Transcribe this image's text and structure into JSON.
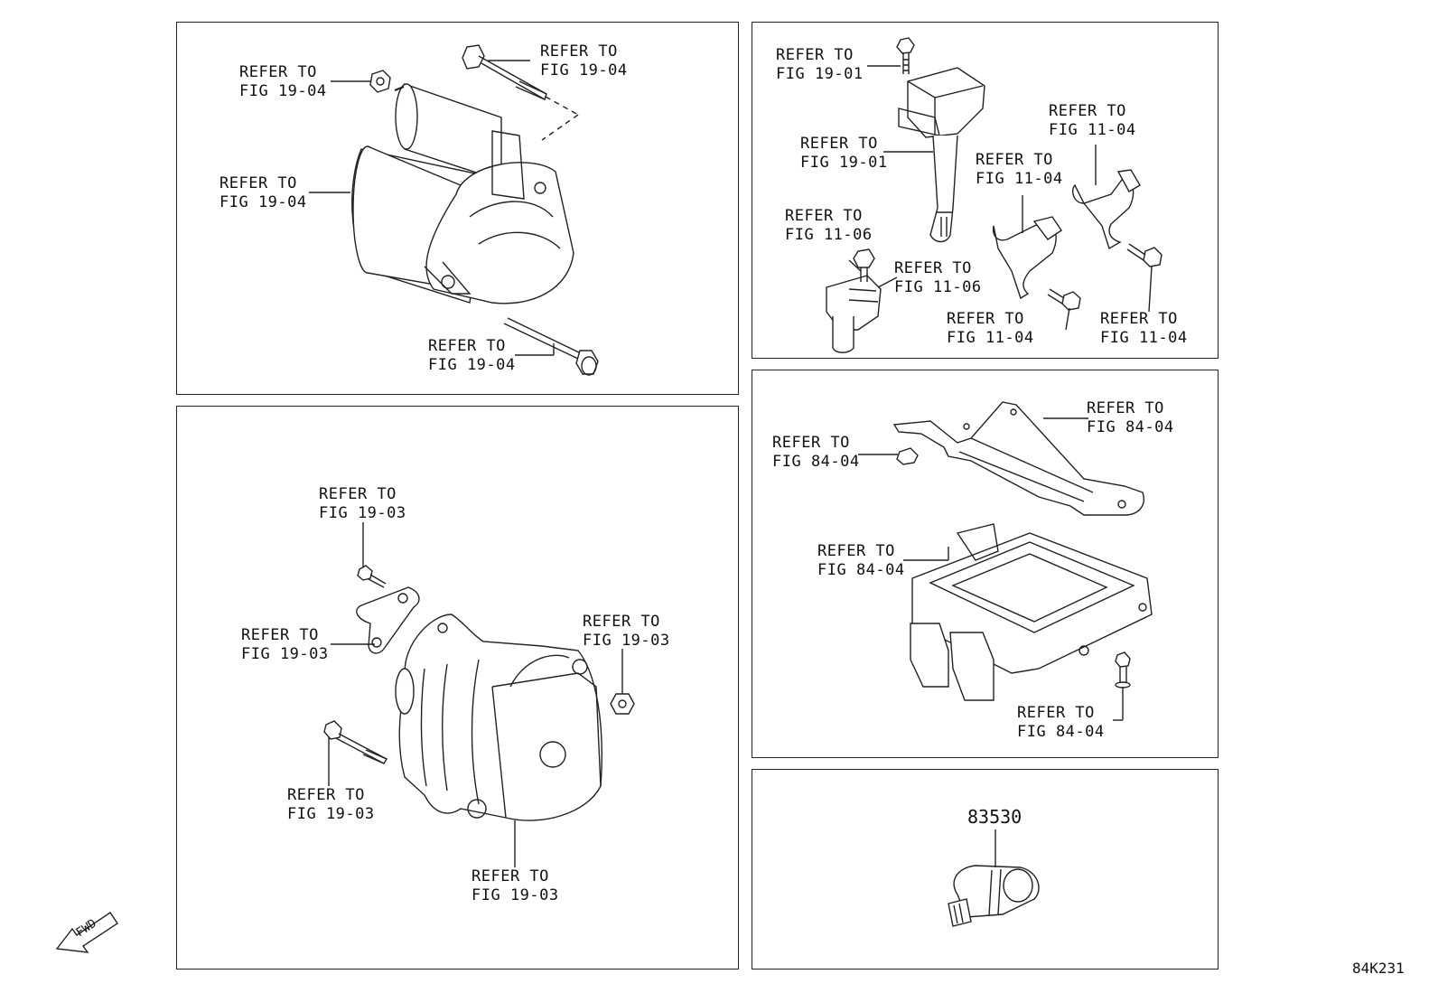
{
  "panels": {
    "starter": {
      "callouts": [
        {
          "line1": "REFER TO",
          "line2": "FIG 19-04"
        },
        {
          "line1": "REFER TO",
          "line2": "FIG 19-04"
        },
        {
          "line1": "REFER TO",
          "line2": "FIG 19-04"
        },
        {
          "line1": "REFER TO",
          "line2": "FIG 19-04"
        }
      ]
    },
    "alternator": {
      "callouts": [
        {
          "line1": "REFER TO",
          "line2": "FIG 19-03"
        },
        {
          "line1": "REFER TO",
          "line2": "FIG 19-03"
        },
        {
          "line1": "REFER TO",
          "line2": "FIG 19-03"
        },
        {
          "line1": "REFER TO",
          "line2": "FIG 19-03"
        },
        {
          "line1": "REFER TO",
          "line2": "FIG 19-03"
        }
      ]
    },
    "ignition_sensors": {
      "callouts": [
        {
          "line1": "REFER TO",
          "line2": "FIG 19-01"
        },
        {
          "line1": "REFER TO",
          "line2": "FIG 19-01"
        },
        {
          "line1": "REFER TO",
          "line2": "FIG 11-04"
        },
        {
          "line1": "REFER TO",
          "line2": "FIG 11-04"
        },
        {
          "line1": "REFER TO",
          "line2": "FIG 11-06"
        },
        {
          "line1": "REFER TO",
          "line2": "FIG 11-06"
        },
        {
          "line1": "REFER TO",
          "line2": "FIG 11-04"
        },
        {
          "line1": "REFER TO",
          "line2": "FIG 11-04"
        }
      ]
    },
    "ecu": {
      "callouts": [
        {
          "line1": "REFER TO",
          "line2": "FIG 84-04"
        },
        {
          "line1": "REFER TO",
          "line2": "FIG 84-04"
        },
        {
          "line1": "REFER TO",
          "line2": "FIG 84-04"
        },
        {
          "line1": "REFER TO",
          "line2": "FIG 84-04"
        }
      ]
    },
    "switch": {
      "part_number": "83530"
    }
  },
  "fwd_label": "FWD",
  "diagram_code": "84K231",
  "icons": {
    "fwd_arrow": "forward-direction-arrow-icon"
  }
}
